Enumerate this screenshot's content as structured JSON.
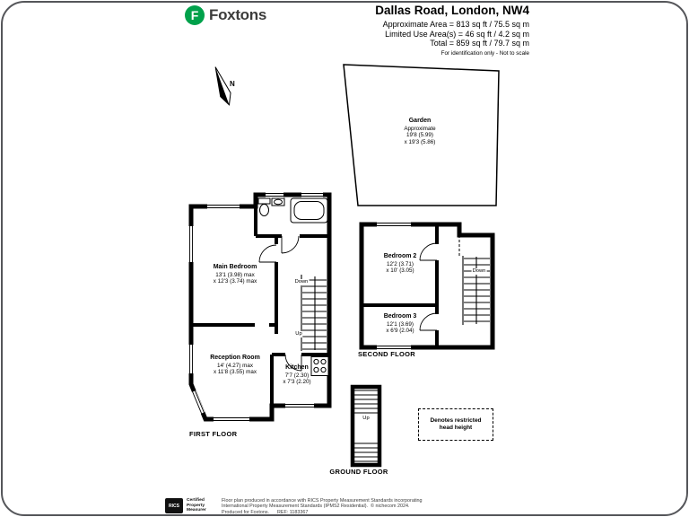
{
  "header": {
    "brand": "Foxtons",
    "logo_letter": "F",
    "title": "Dallas Road, London, NW4",
    "area_lines": [
      "Approximate Area = 813 sq ft / 75.5 sq m",
      "Limited Use Area(s) = 46 sq ft / 4.2 sq m",
      "Total = 859 sq ft / 79.7 sq m"
    ],
    "disclaimer": "For identification only - Not to scale"
  },
  "colors": {
    "brand_green": "#00A14B"
  },
  "compass": {
    "label": "N"
  },
  "garden": {
    "name": "Garden",
    "lines": [
      "Approximate",
      "19'8 (5.99)",
      "x 19'3 (5.86)"
    ]
  },
  "first_floor": {
    "label": "FIRST FLOOR",
    "main_bedroom": {
      "name": "Main Bedroom",
      "dims": [
        "13'1 (3.98) max",
        "x 12'3 (3.74) max"
      ]
    },
    "reception_room": {
      "name": "Reception Room",
      "dims": [
        "14' (4.27) max",
        "x 11'8 (3.55) max"
      ]
    },
    "kitchen": {
      "name": "Kitchen",
      "dims": [
        "7'7 (2.30)",
        "x 7'3 (2.20)"
      ]
    },
    "down": "Down",
    "up": "Up"
  },
  "second_floor": {
    "label": "SECOND FLOOR",
    "bedroom_2": {
      "name": "Bedroom 2",
      "dims": [
        "12'2 (3.71)",
        "x 10' (3.05)"
      ]
    },
    "bedroom_3": {
      "name": "Bedroom 3",
      "dims": [
        "12'1 (3.69)",
        "x 6'9 (2.04)"
      ]
    },
    "down": "Down"
  },
  "ground_floor": {
    "label": "GROUND FLOOR",
    "up": "Up"
  },
  "legend": {
    "restricted_line1": "Denotes restricted",
    "restricted_line2": "head height"
  },
  "footer": {
    "rics_logo": "RICS",
    "certified_lines": [
      "Certified",
      "Property",
      "Measurer"
    ],
    "lines": [
      "Floor plan produced in accordance with RICS Property Measurement Standards incorporating",
      "International Property Measurement Standards (IPMS2 Residential).  © nichecom 2024.",
      "Produced for Foxtons.      REF: 1183367"
    ]
  }
}
